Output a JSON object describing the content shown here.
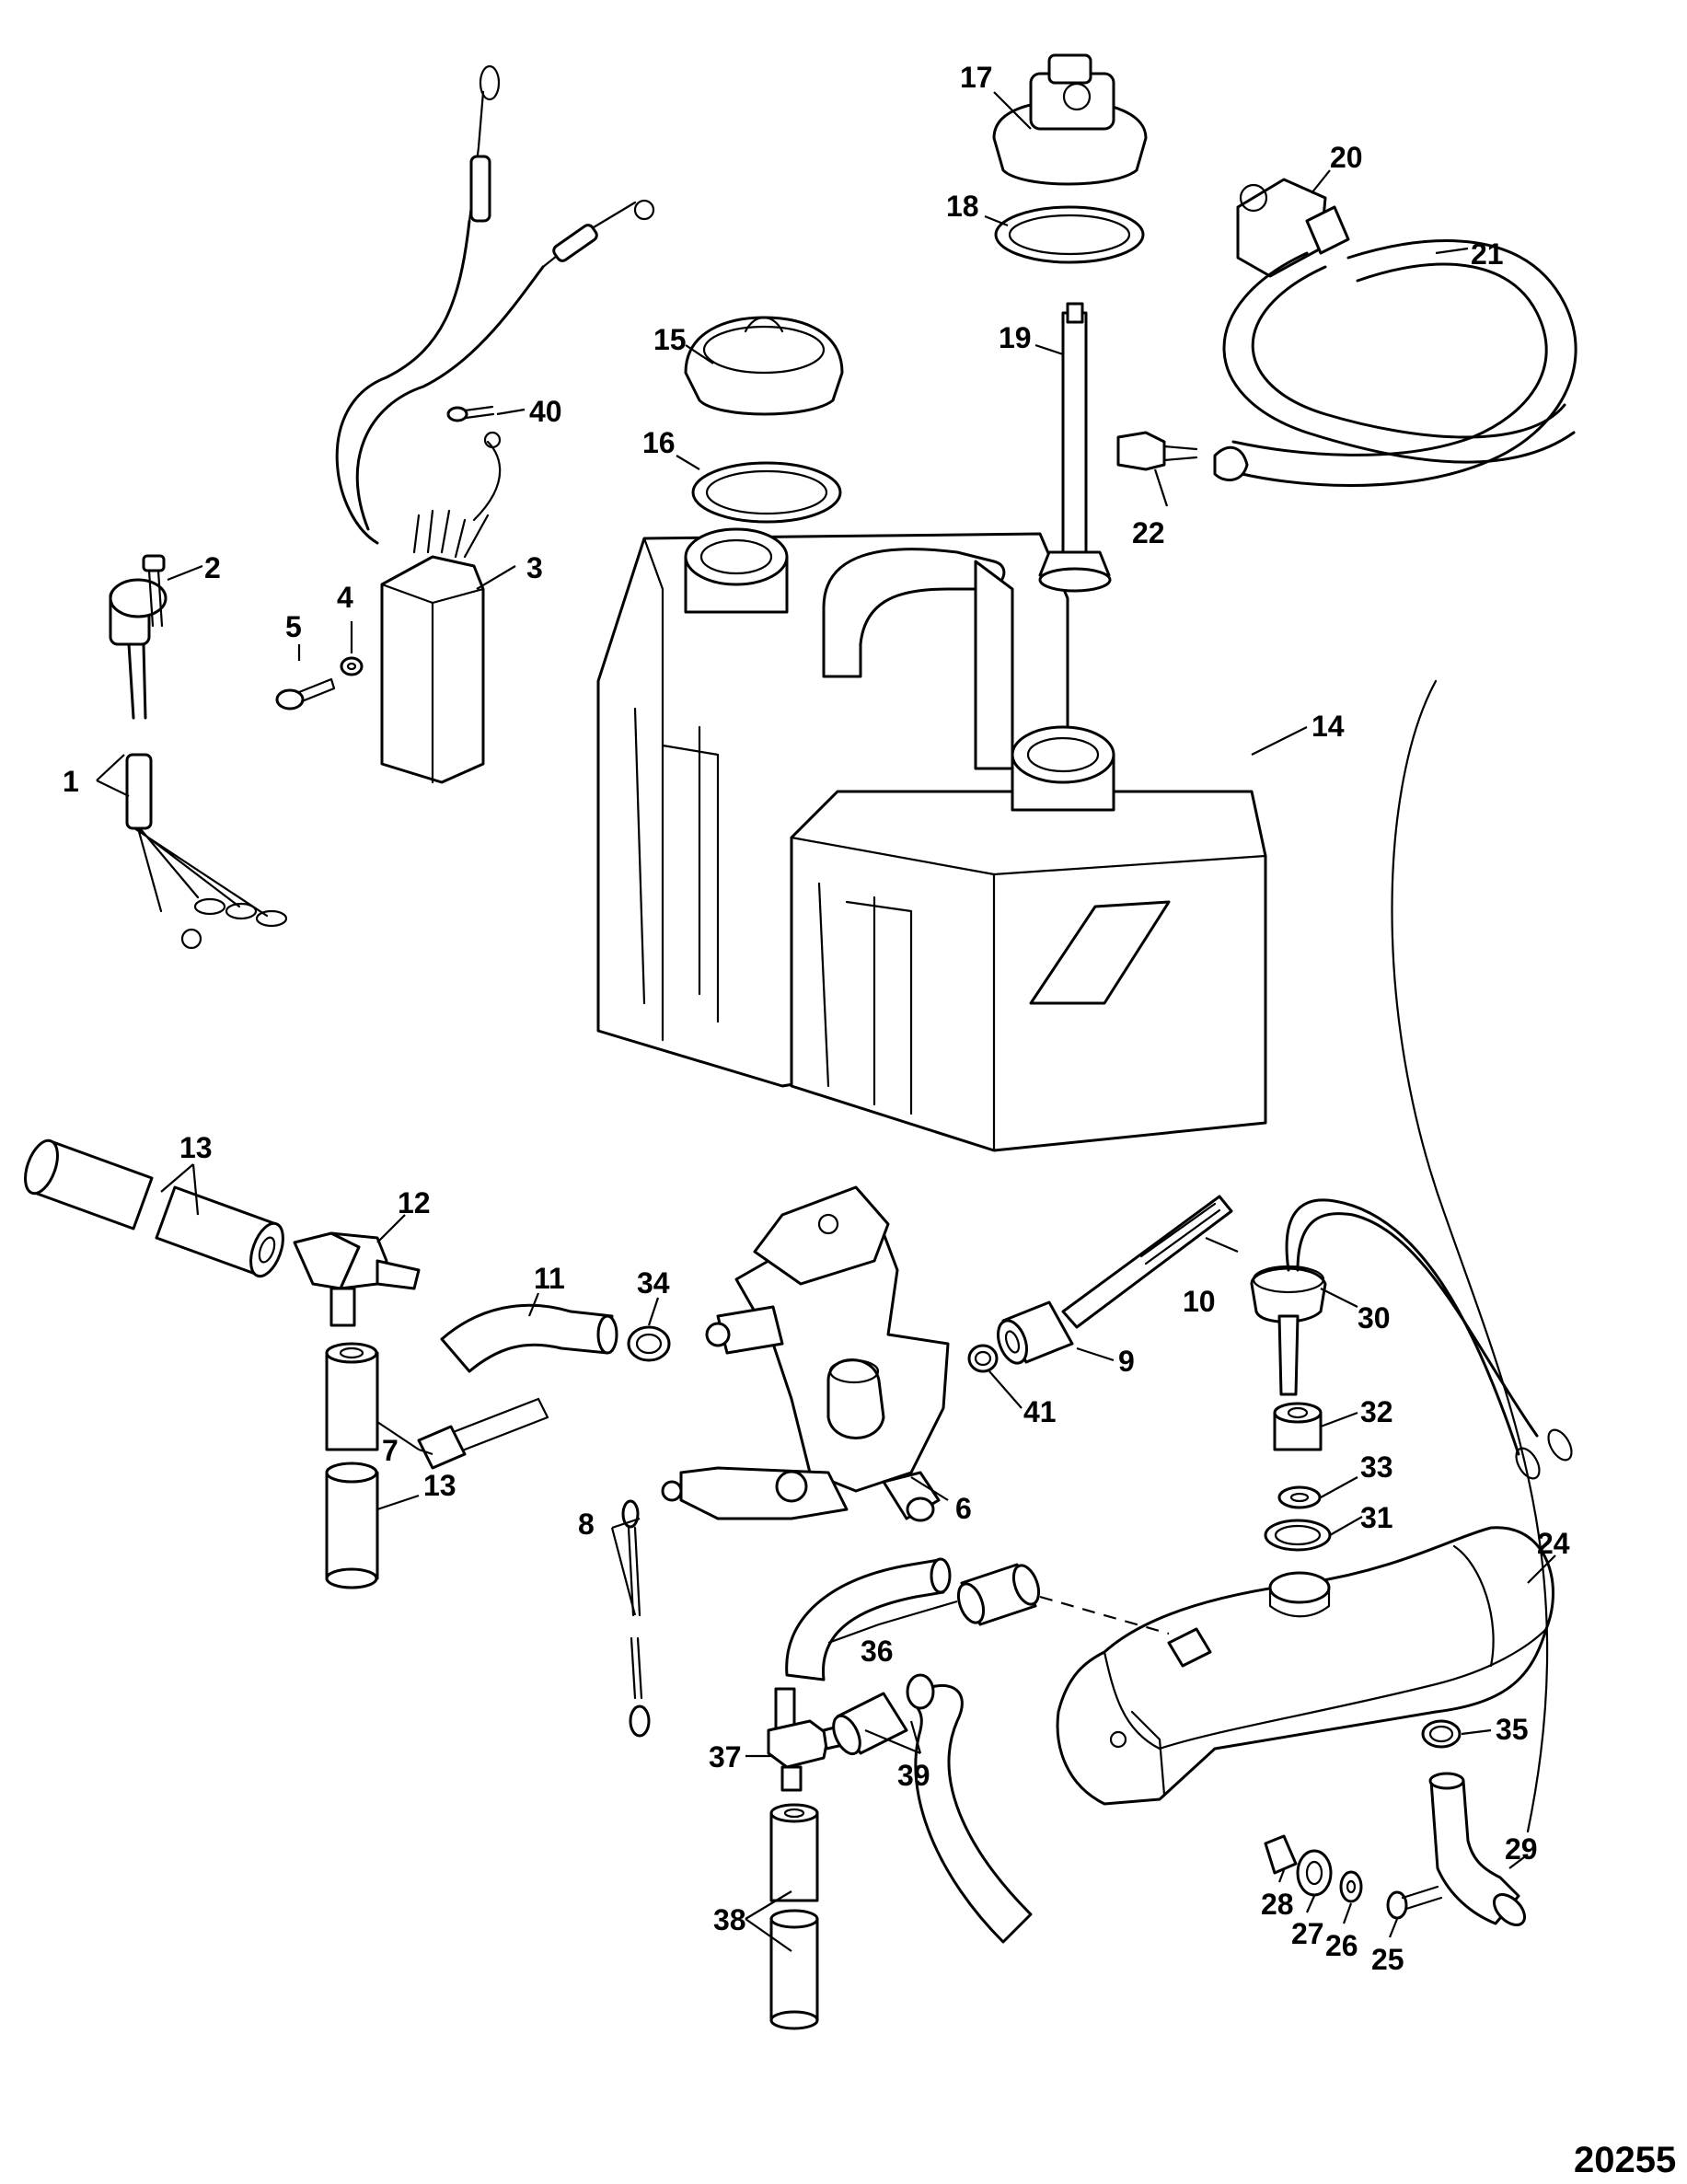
{
  "figure_number": "20255",
  "callouts": [
    "1",
    "2",
    "3",
    "4",
    "5",
    "6",
    "7",
    "8",
    "9",
    "10",
    "11",
    "12",
    "13",
    "13",
    "14",
    "15",
    "16",
    "17",
    "18",
    "19",
    "20",
    "21",
    "22",
    "24",
    "25",
    "26",
    "27",
    "28",
    "29",
    "30",
    "31",
    "32",
    "33",
    "34",
    "35",
    "36",
    "37",
    "38",
    "39",
    "40",
    "41"
  ]
}
